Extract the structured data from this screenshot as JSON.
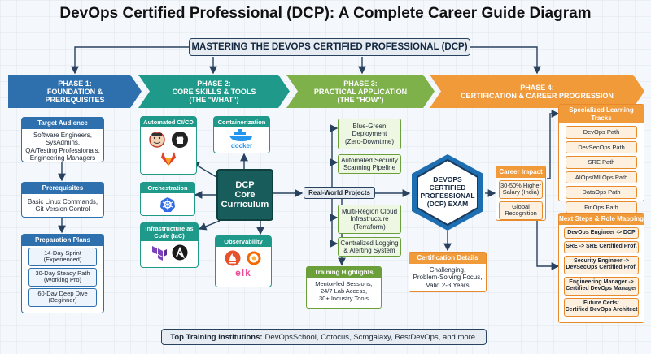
{
  "title": "DevOps Certified Professional (DCP): A Complete Career Guide Diagram",
  "banner": "MASTERING THE DEVOPS CERTIFIED PROFESSIONAL (DCP)",
  "phases": [
    {
      "num": "PHASE 1:",
      "l1": "FOUNDATION &",
      "l2": "PREREQUISITES"
    },
    {
      "num": "PHASE 2:",
      "l1": "CORE SKILLS & TOOLS",
      "l2": "(THE \"WHAT\")"
    },
    {
      "num": "PHASE 3:",
      "l1": "PRACTICAL APPLICATION",
      "l2": "(THE \"HOW\")"
    },
    {
      "num": "PHASE 4:",
      "l1": "CERTIFICATION & CAREER PROGRESSION",
      "l2": ""
    }
  ],
  "target": {
    "head": "Target Audience",
    "lines": [
      "Software Engineers,",
      "SysAdmins,",
      "QA/Testing Professionals,",
      "Engineering Managers"
    ]
  },
  "prereq": {
    "head": "Prerequisites",
    "lines": [
      "Basic Linux Commands,",
      "Git Version Control"
    ]
  },
  "plans": {
    "head": "Preparation Plans",
    "items": [
      {
        "l1": "14-Day Sprint",
        "l2": "(Experienced)"
      },
      {
        "l1": "30-Day Steady Path",
        "l2": "(Working Pro)"
      },
      {
        "l1": "60-Day Deep Dive",
        "l2": "(Beginner)"
      }
    ]
  },
  "tools": {
    "cicd": "Automated CI/CD",
    "container": "Containerization",
    "orchestration": "Orchestration",
    "iac_l1": "Infrastructure as",
    "iac_l2": "Code (IaC)",
    "observability": "Observability",
    "docker_label": "docker",
    "elk_label": "elk"
  },
  "core": [
    "DCP",
    "Core",
    "Curriculum"
  ],
  "projects": {
    "label": "Real-World Projects",
    "items": [
      {
        "l1": "Blue-Green",
        "l2": "Deployment",
        "l3": "(Zero-Downtime)"
      },
      {
        "l1": "Automated Security",
        "l2": "Scanning Pipeline",
        "l3": ""
      },
      {
        "l1": "Multi-Region Cloud",
        "l2": "Infrastructure",
        "l3": "(Terraform)"
      },
      {
        "l1": "Centralized Logging",
        "l2": "& Alerting System",
        "l3": ""
      }
    ]
  },
  "training": {
    "head": "Training Highlights",
    "lines": [
      "Mentor-led Sessions,",
      "24/7 Lab Access,",
      "30+ Industry Tools"
    ]
  },
  "exam": [
    "DEVOPS",
    "CERTIFIED",
    "PROFESSIONAL",
    "(DCP) EXAM"
  ],
  "cert_details": {
    "head": "Certification Details",
    "lines": [
      "Challenging,",
      "Problem-Solving Focus,",
      "Valid 2-3 Years"
    ]
  },
  "career_impact": {
    "head": "Career Impact",
    "items": [
      {
        "l1": "30-50% Higher",
        "l2": "Salary (India)"
      },
      {
        "l1": "Global",
        "l2": "Recognition"
      }
    ]
  },
  "tracks": {
    "head": "Specialized Learning Tracks",
    "items": [
      "DevOps Path",
      "DevSecOps Path",
      "SRE Path",
      "AIOps/MLOps Path",
      "DataOps Path",
      "FinOps Path"
    ]
  },
  "next_steps": {
    "head": "Next Steps & Role Mapping",
    "items": [
      {
        "l1": "DevOps Engineer -> DCP",
        "l2": ""
      },
      {
        "l1": "SRE -> SRE Certified Prof.",
        "l2": ""
      },
      {
        "l1": "Security Engineer ->",
        "l2": "DevSecOps Certified Prof."
      },
      {
        "l1": "Engineering Manager ->",
        "l2": "Certified DevOps Manager"
      },
      {
        "l1": "Future Certs:",
        "l2": "Certified DevOps Architect"
      }
    ]
  },
  "bottom": {
    "bold": "Top Training Institutions:",
    "rest": "DevOpsSchool, Cotocus, Scmgalaxy, BestDevOps, and more."
  },
  "colors": {
    "phase1": "#2e6fae",
    "phase2": "#1f9a8a",
    "phase3": "#7fb14a",
    "phase4": "#f09a3a",
    "dark": "#27415e"
  },
  "icons": [
    "jenkins-icon",
    "github-icon",
    "gitlab-icon",
    "docker-icon",
    "kubernetes-icon",
    "terraform-icon",
    "ansible-icon",
    "prometheus-icon",
    "grafana-icon",
    "elk-icon"
  ]
}
